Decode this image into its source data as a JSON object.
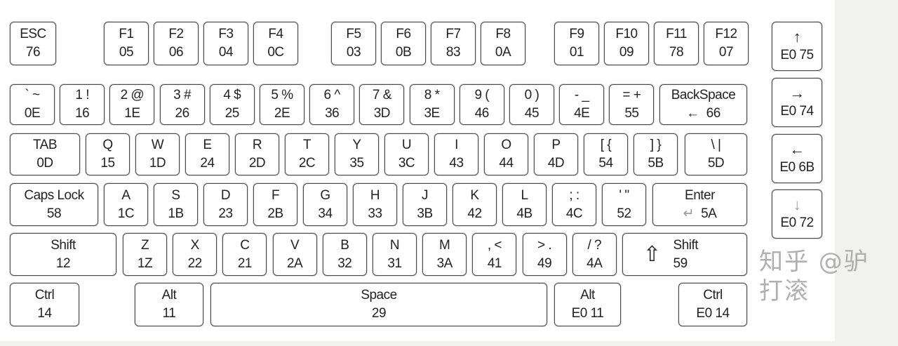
{
  "rows": [
    [
      [
        "ESC",
        "76"
      ],
      [
        "F1",
        "05"
      ],
      [
        "F2",
        "06"
      ],
      [
        "F3",
        "04"
      ],
      [
        "F4",
        "0C"
      ],
      [
        "F5",
        "03"
      ],
      [
        "F6",
        "0B"
      ],
      [
        "F7",
        "83"
      ],
      [
        "F8",
        "0A"
      ],
      [
        "F9",
        "01"
      ],
      [
        "F10",
        "09"
      ],
      [
        "F11",
        "78"
      ],
      [
        "F12",
        "07"
      ]
    ],
    [
      [
        "` ~",
        "0E"
      ],
      [
        "1 !",
        "16"
      ],
      [
        "2 @",
        "1E"
      ],
      [
        "3 #",
        "26"
      ],
      [
        "4 $",
        "25"
      ],
      [
        "5 %",
        "2E"
      ],
      [
        "6 ^",
        "36"
      ],
      [
        "7 &",
        "3D"
      ],
      [
        "8 *",
        "3E"
      ],
      [
        "9 (",
        "46"
      ],
      [
        "0 )",
        "45"
      ],
      [
        "- _",
        "4E"
      ],
      [
        "= +",
        "55"
      ],
      [
        "BackSpace",
        "66"
      ]
    ],
    [
      [
        "TAB",
        "0D"
      ],
      [
        "Q",
        "15"
      ],
      [
        "W",
        "1D"
      ],
      [
        "E",
        "24"
      ],
      [
        "R",
        "2D"
      ],
      [
        "T",
        "2C"
      ],
      [
        "Y",
        "35"
      ],
      [
        "U",
        "3C"
      ],
      [
        "I",
        "43"
      ],
      [
        "O",
        "44"
      ],
      [
        "P",
        "4D"
      ],
      [
        "[ {",
        "54"
      ],
      [
        "] }",
        "5B"
      ],
      [
        "\\ |",
        "5D"
      ]
    ],
    [
      [
        "Caps Lock",
        "58"
      ],
      [
        "A",
        "1C"
      ],
      [
        "S",
        "1B"
      ],
      [
        "D",
        "23"
      ],
      [
        "F",
        "2B"
      ],
      [
        "G",
        "34"
      ],
      [
        "H",
        "33"
      ],
      [
        "J",
        "3B"
      ],
      [
        "K",
        "42"
      ],
      [
        "L",
        "4B"
      ],
      [
        "; :",
        "4C"
      ],
      [
        "' \"",
        "52"
      ],
      [
        "Enter",
        "5A"
      ]
    ],
    [
      [
        "Shift",
        "12"
      ],
      [
        "Z",
        "1Z"
      ],
      [
        "X",
        "22"
      ],
      [
        "C",
        "21"
      ],
      [
        "V",
        "2A"
      ],
      [
        "B",
        "32"
      ],
      [
        "N",
        "31"
      ],
      [
        "M",
        "3A"
      ],
      [
        ", <",
        "41"
      ],
      [
        "> .",
        "49"
      ],
      [
        "/ ?",
        "4A"
      ],
      [
        "Shift",
        "59"
      ]
    ],
    [
      [
        "Ctrl",
        "14"
      ],
      [
        "Alt",
        "11"
      ],
      [
        "Space",
        "29"
      ],
      [
        "Alt",
        "E0 11"
      ],
      [
        "Ctrl",
        "E0 14"
      ]
    ]
  ],
  "arrows": [
    [
      "↑",
      "E0 75"
    ],
    [
      "→",
      "E0 74"
    ],
    [
      "←",
      "E0 6B"
    ],
    [
      "↓",
      "E0 72"
    ]
  ],
  "icons": {
    "backspace": "←",
    "enter": "↵",
    "shift": "⇧"
  },
  "watermark": "知乎 @驴打滚"
}
